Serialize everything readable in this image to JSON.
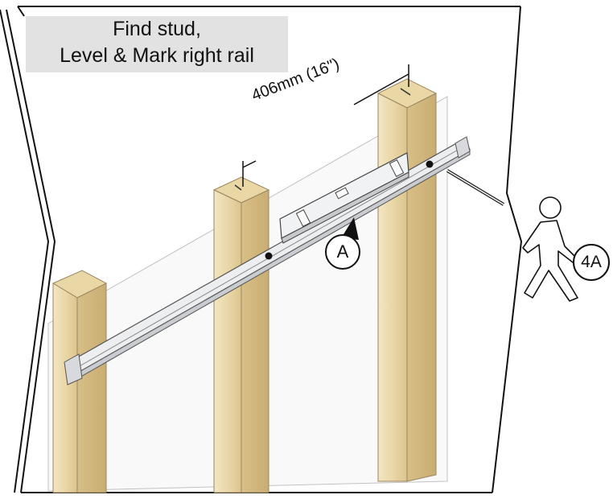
{
  "title": {
    "line1": "Find stud,",
    "line2": "Level & Mark right rail"
  },
  "dimension_label": "406mm (16\")",
  "callouts": {
    "level": "A",
    "next_step": "4A"
  },
  "colors": {
    "wood": "#ecdcb2",
    "wood_dark": "#d3bd86",
    "rail": "#e6e8ea",
    "title_bg": "#e2e2e2",
    "line": "#111111"
  }
}
